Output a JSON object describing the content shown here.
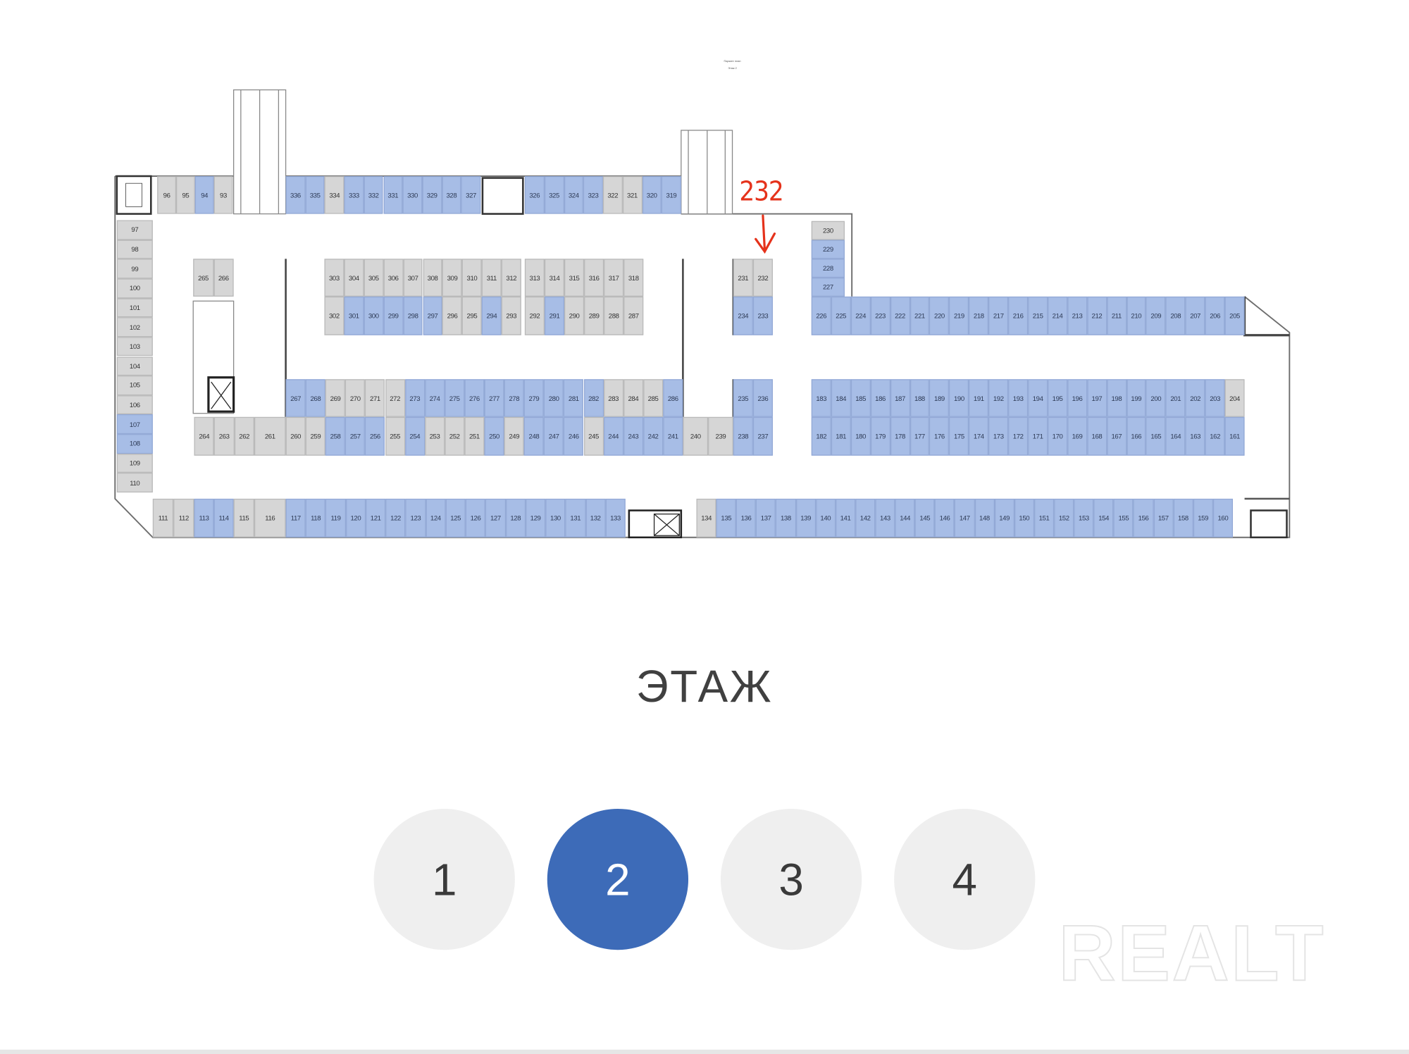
{
  "plan": {
    "title_line1": "Паркинг план",
    "title_line2": "Этаж 2",
    "annotation": {
      "label": "232",
      "target_spot": "232"
    },
    "colors": {
      "blue": "#a7bde6",
      "gray": "#d6d6d6",
      "annotation": "#e5321b"
    },
    "groups": [
      {
        "id": "top_a",
        "spots": [
          "96",
          "95",
          "94",
          "93"
        ],
        "blue": [
          "94"
        ]
      },
      {
        "id": "top_b",
        "spots": [
          "336",
          "335",
          "334",
          "333",
          "332",
          "331",
          "330",
          "329",
          "328",
          "327"
        ],
        "blue": [
          "336",
          "335",
          "333",
          "332",
          "331",
          "330",
          "329",
          "328",
          "327"
        ]
      },
      {
        "id": "top_c",
        "spots": [
          "326",
          "325",
          "324",
          "323",
          "322",
          "321",
          "320",
          "319"
        ],
        "blue": [
          "326",
          "325",
          "324",
          "323",
          "320",
          "319"
        ]
      },
      {
        "id": "col_r",
        "spots": [
          "230",
          "229",
          "228",
          "227"
        ],
        "blue": [
          "229",
          "228",
          "227"
        ]
      },
      {
        "id": "row_r",
        "spots": [
          "226",
          "225",
          "224",
          "223",
          "222",
          "221",
          "220",
          "219",
          "218",
          "217",
          "216",
          "215",
          "214",
          "213",
          "212",
          "211",
          "210",
          "209",
          "208",
          "207",
          "206",
          "205"
        ],
        "blue": [
          "226",
          "225",
          "224",
          "223",
          "222",
          "221",
          "220",
          "219",
          "218",
          "217",
          "216",
          "215",
          "214",
          "213",
          "212",
          "211",
          "210",
          "209",
          "208",
          "207",
          "206",
          "205"
        ]
      },
      {
        "id": "col_l",
        "spots": [
          "97",
          "98",
          "99",
          "100",
          "101",
          "102",
          "103",
          "104",
          "105",
          "106",
          "107",
          "108",
          "109",
          "110"
        ],
        "blue": [
          "107",
          "108"
        ]
      },
      {
        "id": "b265",
        "spots": [
          "265",
          "266"
        ],
        "blue": []
      },
      {
        "id": "b303",
        "spots": [
          "303",
          "304",
          "305",
          "306",
          "307",
          "308",
          "309",
          "310",
          "311",
          "312"
        ],
        "blue": []
      },
      {
        "id": "b313",
        "spots": [
          "313",
          "314",
          "315",
          "316",
          "317",
          "318"
        ],
        "blue": []
      },
      {
        "id": "b302",
        "spots": [
          "302",
          "301",
          "300",
          "299",
          "298",
          "297",
          "296",
          "295",
          "294",
          "293"
        ],
        "blue": [
          "301",
          "300",
          "299",
          "298",
          "297",
          "294"
        ]
      },
      {
        "id": "b292",
        "spots": [
          "292",
          "291",
          "290",
          "289",
          "288",
          "287"
        ],
        "blue": [
          "291"
        ]
      },
      {
        "id": "b231",
        "spots": [
          "231",
          "232"
        ],
        "blue": []
      },
      {
        "id": "b234",
        "spots": [
          "234",
          "233"
        ],
        "blue": [
          "234",
          "233"
        ]
      },
      {
        "id": "b267",
        "spots": [
          "267",
          "268",
          "269",
          "270",
          "271",
          "272",
          "273",
          "274",
          "275",
          "276",
          "277",
          "278",
          "279",
          "280",
          "281",
          "282",
          "283",
          "284",
          "285",
          "286"
        ],
        "blue": [
          "267",
          "268",
          "273",
          "274",
          "275",
          "276",
          "277",
          "278",
          "279",
          "280",
          "281",
          "282",
          "286"
        ]
      },
      {
        "id": "b235",
        "spots": [
          "235",
          "236"
        ],
        "blue": [
          "235",
          "236"
        ]
      },
      {
        "id": "b264",
        "spots": [
          "264",
          "263",
          "262"
        ],
        "blue": []
      },
      {
        "id": "b261",
        "spots": [
          "261"
        ],
        "blue": []
      },
      {
        "id": "b260",
        "spots": [
          "260",
          "259",
          "258",
          "257",
          "256",
          "255",
          "254",
          "253",
          "252",
          "251",
          "250",
          "249",
          "248",
          "247",
          "246",
          "245",
          "244",
          "243",
          "242",
          "241"
        ],
        "blue": [
          "258",
          "257",
          "256",
          "254",
          "250",
          "248",
          "247",
          "246",
          "244",
          "243",
          "242",
          "241"
        ]
      },
      {
        "id": "b240",
        "spots": [
          "240",
          "239"
        ],
        "blue": []
      },
      {
        "id": "b238",
        "spots": [
          "238",
          "237"
        ],
        "blue": [
          "238",
          "237"
        ]
      },
      {
        "id": "b183",
        "spots": [
          "183",
          "184",
          "185",
          "186",
          "187",
          "188",
          "189",
          "190",
          "191",
          "192",
          "193",
          "194",
          "195",
          "196",
          "197",
          "198",
          "199",
          "200",
          "201",
          "202",
          "203",
          "204"
        ],
        "blue": [
          "183",
          "184",
          "185",
          "186",
          "187",
          "188",
          "189",
          "190",
          "191",
          "192",
          "193",
          "194",
          "195",
          "196",
          "197",
          "198",
          "199",
          "200",
          "201",
          "202",
          "203"
        ]
      },
      {
        "id": "b182",
        "spots": [
          "182",
          "181",
          "180",
          "179",
          "178",
          "177",
          "176",
          "175",
          "174",
          "173",
          "172",
          "171",
          "170",
          "169",
          "168",
          "167",
          "166",
          "165",
          "164",
          "163",
          "162",
          "161"
        ],
        "blue": [
          "182",
          "181",
          "180",
          "179",
          "178",
          "177",
          "176",
          "175",
          "174",
          "173",
          "172",
          "171",
          "170",
          "169",
          "168",
          "167",
          "166",
          "165",
          "164",
          "163",
          "162",
          "161"
        ]
      },
      {
        "id": "b111",
        "spots": [
          "111",
          "112"
        ],
        "blue": []
      },
      {
        "id": "b113",
        "spots": [
          "113",
          "114"
        ],
        "blue": [
          "113",
          "114"
        ]
      },
      {
        "id": "b115",
        "spots": [
          "115"
        ],
        "blue": []
      },
      {
        "id": "b116",
        "spots": [
          "116"
        ],
        "blue": []
      },
      {
        "id": "b117",
        "spots": [
          "117",
          "118",
          "119",
          "120",
          "121",
          "122",
          "123",
          "124",
          "125",
          "126",
          "127",
          "128",
          "129",
          "130",
          "131",
          "132",
          "133"
        ],
        "blue": [
          "117",
          "118",
          "119",
          "120",
          "121",
          "122",
          "123",
          "124",
          "125",
          "126",
          "127",
          "128",
          "129",
          "130",
          "131",
          "132",
          "133"
        ]
      },
      {
        "id": "b134",
        "spots": [
          "134",
          "135",
          "136",
          "137",
          "138",
          "139",
          "140",
          "141",
          "142",
          "143",
          "144",
          "145",
          "146",
          "147",
          "148",
          "149",
          "150",
          "151",
          "152",
          "153",
          "154",
          "155",
          "156",
          "157",
          "158",
          "159",
          "160"
        ],
        "blue": [
          "135",
          "136",
          "137",
          "138",
          "139",
          "140",
          "141",
          "142",
          "143",
          "144",
          "145",
          "146",
          "147",
          "148",
          "149",
          "150",
          "151",
          "152",
          "153",
          "154",
          "155",
          "156",
          "157",
          "158",
          "159",
          "160"
        ]
      }
    ]
  },
  "floor_selector": {
    "label": "ЭТАЖ",
    "floors": [
      "1",
      "2",
      "3",
      "4"
    ],
    "active": "2",
    "active_color": "#3d6bb8"
  },
  "watermark": "REALT"
}
